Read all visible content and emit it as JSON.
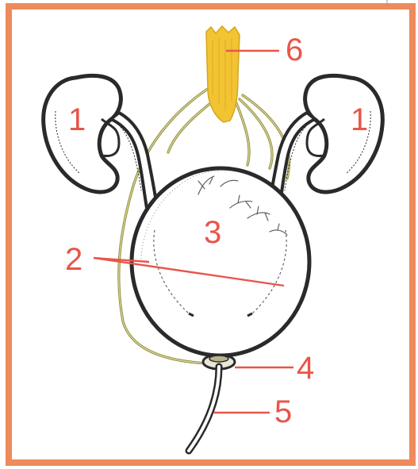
{
  "diagram": {
    "colors": {
      "frame": "#ee8a5c",
      "label": "#e8554a",
      "spine": "#f2c434",
      "nerve": "#8c8a3a",
      "outline": "#2a2a2a"
    },
    "labels": {
      "kidney_left": "1",
      "kidney_right": "1",
      "ureters": "2",
      "bladder": "3",
      "sphincter": "4",
      "urethra": "5",
      "spinal_cord": "6"
    }
  }
}
